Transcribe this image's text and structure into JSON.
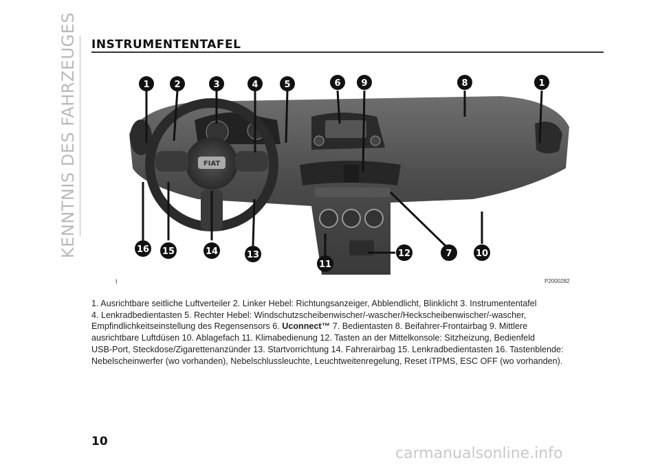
{
  "section": {
    "side_title": "KENNTNIS DES FAHRZEUGES"
  },
  "page": {
    "heading": "INSTRUMENTENTAFEL",
    "number": "10"
  },
  "figure": {
    "left_label": "I",
    "code": "P2000282",
    "callouts_top": [
      "1",
      "2",
      "3",
      "4",
      "5",
      "6",
      "9",
      "8",
      "1"
    ],
    "callouts_bottom": [
      "16",
      "15",
      "14",
      "13",
      "11",
      "12",
      "7",
      "10"
    ],
    "steering_logo": "FIAT"
  },
  "caption": {
    "line1": "1. Ausrichtbare seitliche Luftverteiler 2. Linker Hebel: Richtungsanzeiger, Abblendlicht, Blinklicht 3. Instrumententafel",
    "line2": "4. Lenkradbedientasten 5. Rechter Hebel: Windschutzscheibenwischer/-wascher/Heckscheibenwischer/-wascher,",
    "line3_pre": "Empfindlichkeitseinstellung des Regensensors 6. ",
    "line3_bold": "Uconnect™",
    "line3_post": " 7. Bedientasten 8. Beifahrer-Frontairbag 9. Mittlere",
    "line4": "ausrichtbare Luftdüsen 10. Ablagefach 11. Klimabedienung 12. Tasten an der Mittelkonsole: Sitzheizung, Bedienfeld",
    "line5": "USB-Port, Steckdose/Zigarettenanzünder 13. Startvorrichtung 14. Fahrerairbag 15. Lenkradbedientasten 16. Tastenblende:",
    "line6": "Nebelscheinwerfer (wo vorhanden), Nebelschlussleuchte, Leuchtweitenregelung, Reset iTPMS, ESC OFF (wo vorhanden)."
  },
  "watermark": "carmanualsonline.info"
}
